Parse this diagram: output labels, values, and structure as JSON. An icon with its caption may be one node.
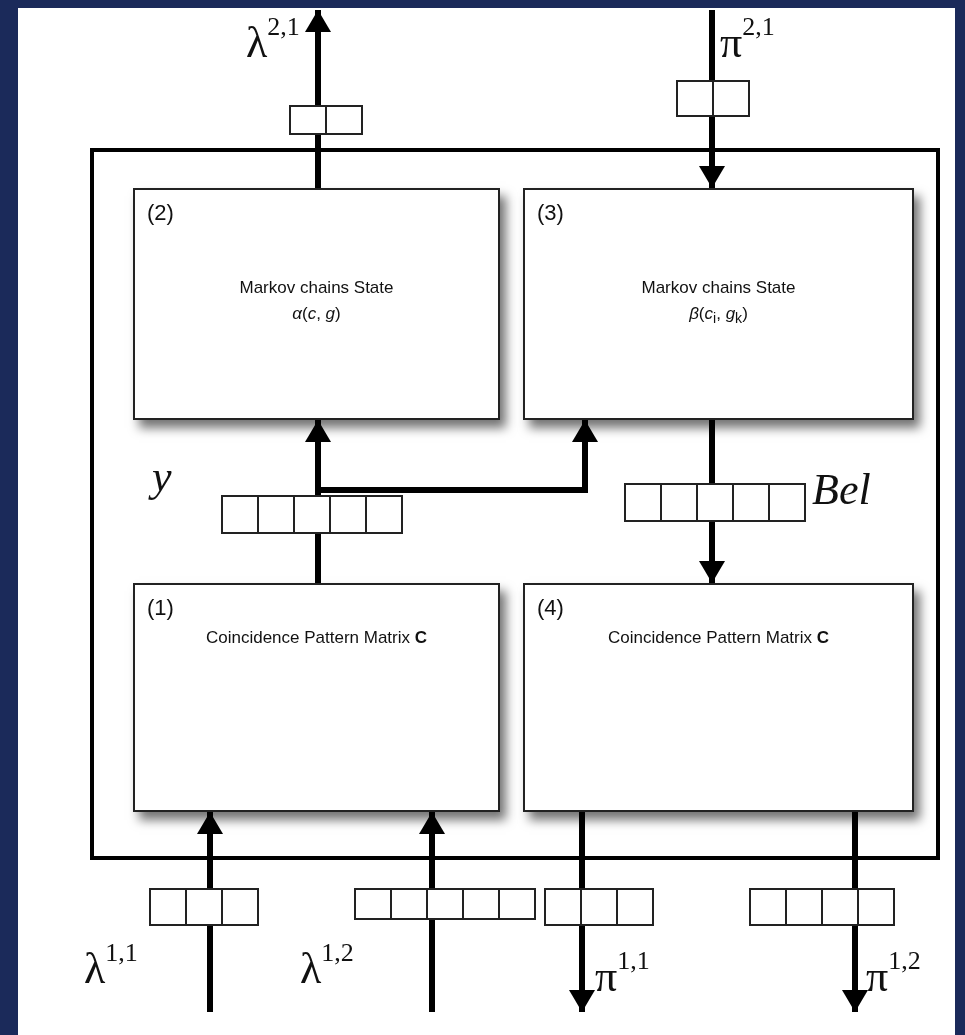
{
  "diagram": {
    "nodes": [
      {
        "text": [],
        "shape": "box"
      },
      {
        "text": [
          "(2)",
          "Markov chains State *α*(*c*, *g*)"
        ],
        "in": 0
      },
      {
        "text": [
          "(3)",
          "Markov chains State *β*(*c*$_{i}$, *g*$_{k}$)"
        ],
        "in": 0
      },
      {
        "text": [
          "(1)",
          "Coincidence Pattern Matrix **C**"
        ],
        "in": 0
      },
      {
        "text": [
          "(4)",
          "Coincidence Pattern Matrix **C**"
        ],
        "in": 0
      }
    ],
    "edges": [
      {
        "from": 1,
        "to": null,
        "arrow": "to",
        "label": "λ$^{2,1}$"
      },
      {
        "from": null,
        "to": 2,
        "arrow": "to",
        "label": "π$^{2,1}$"
      },
      {
        "from": 3,
        "to": 1,
        "arrow": "to",
        "label": "*y*"
      },
      {
        "from": 3,
        "to": 2,
        "arrow": "to"
      },
      {
        "from": 2,
        "to": 4,
        "arrow": "to",
        "label": "*Bel*"
      },
      {
        "from": null,
        "to": 3,
        "arrow": "to",
        "label": "λ$^{1,1}$"
      },
      {
        "from": null,
        "to": 3,
        "arrow": "to",
        "label": "λ$^{1,2}$"
      },
      {
        "from": 4,
        "to": null,
        "arrow": "to",
        "label": "π$^{1,1}$"
      },
      {
        "from": 4,
        "to": null,
        "arrow": "to",
        "label": "π$^{1,2}$"
      }
    ]
  }
}
